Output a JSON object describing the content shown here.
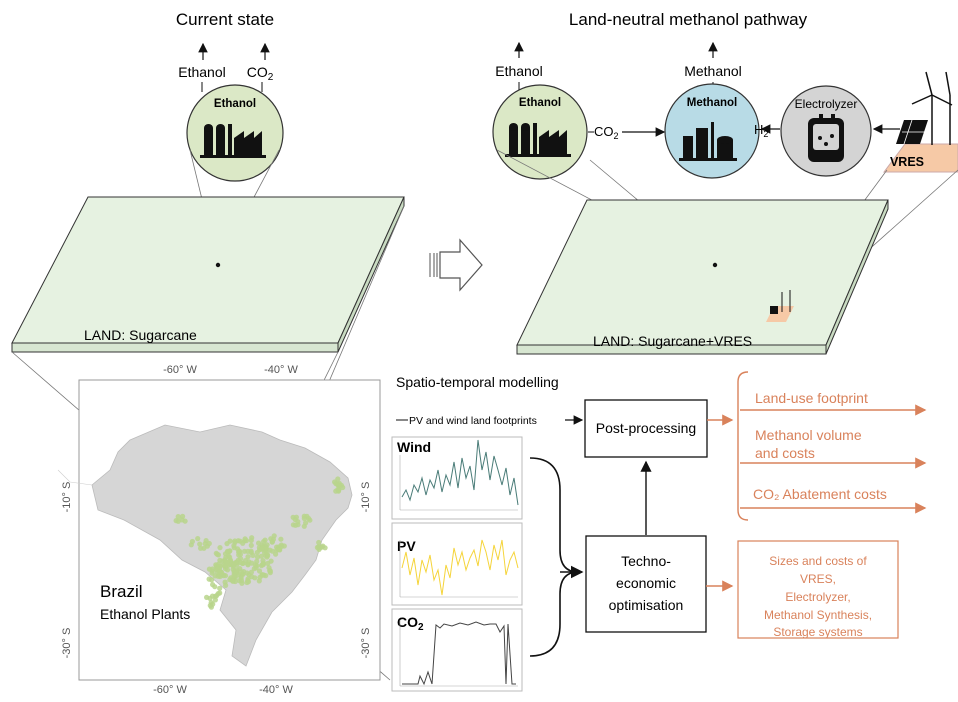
{
  "headings": {
    "current": "Current state",
    "pathway": "Land-neutral methanol pathway",
    "modelling": "Spatio-temporal modelling"
  },
  "current_state": {
    "output_ethanol": "Ethanol",
    "output_co2": "CO",
    "output_co2_sub": "2",
    "plant_label": "Ethanol",
    "land_label": "LAND: Sugarcane"
  },
  "pathway": {
    "output_ethanol": "Ethanol",
    "output_methanol": "Methanol",
    "ethanol_plant": "Ethanol",
    "methanol_plant": "Methanol",
    "electrolyzer": "Electrolyzer",
    "vres": "VRES",
    "co2_link": "CO",
    "co2_link_sub": "2",
    "h2_link": "H",
    "h2_link_sub": "2",
    "land_label": "LAND: Sugarcane+VRES"
  },
  "map": {
    "top_ticks": [
      "-60° W",
      "-40° W"
    ],
    "bottom_ticks": [
      "-60° W",
      "-40° W"
    ],
    "left_ticks": [
      "-10° S",
      "-30° S"
    ],
    "right_ticks": [
      "-10° S",
      "-30° S"
    ],
    "country": "Brazil",
    "subtitle": "Ethanol Plants"
  },
  "profiles": {
    "wind": "Wind",
    "pv": "PV",
    "co2": "CO",
    "co2_sub": "2"
  },
  "flow": {
    "footprint_input": "PV and wind land footprints",
    "post_processing": "Post-processing",
    "optimisation_lines": [
      "Techno-",
      "economic",
      "optimisation"
    ]
  },
  "outputs": {
    "land_use": "Land-use footprint",
    "methanol_line1": "Methanol volume",
    "methanol_line2": "and costs",
    "abatement": "CO₂ Abatement costs",
    "sizes_lines": [
      "Sizes and costs of",
      "VRES,",
      "Electrolyzer,",
      "Methanol Synthesis,",
      "Storage systems"
    ]
  },
  "colors": {
    "accent": "#d9825b",
    "plant_green": "#dbe8c6",
    "methanol_blue": "#b8dbe6",
    "electrolyzer_grey": "#d4d4d4",
    "land_fill": "#e6f2e1",
    "wind_line": "#4a7c78",
    "pv_line": "#f5d43a",
    "co2_line": "#444444"
  }
}
